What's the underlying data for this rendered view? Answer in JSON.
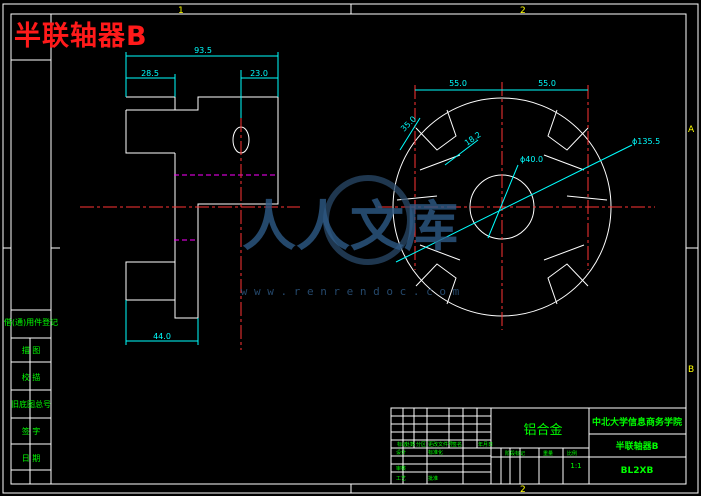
{
  "header": {
    "title": "半联轴器B",
    "title_color": "#ff1a1a"
  },
  "border": {
    "zone_top": [
      "1",
      "2"
    ],
    "zone_right": [
      "A",
      "B"
    ],
    "zone_bottom": "2"
  },
  "dimensions": {
    "overall_length": "93.5",
    "left_step": "28.5",
    "right_step": "23.0",
    "bottom_length": "44.0",
    "left_half_width": "55.0",
    "right_half_width": "55.0",
    "slot_a": "35.0",
    "slot_b": "18.2",
    "bore_diameter": "ϕ40.0",
    "outer_diameter": "ϕ135.5"
  },
  "side_table": {
    "rows": [
      "借(通)用件登记",
      "描  图",
      "校  描",
      "旧底图总号",
      "签  字",
      "日  期"
    ]
  },
  "title_block": {
    "material": "铝合金",
    "school": "中北大学信息商务学院",
    "part_name": "半联轴器B",
    "drawing_code": "BL2XB",
    "scale": "1:1",
    "headers": [
      "标记",
      "处数",
      "分区",
      "更改文件号",
      "签名",
      "年月日"
    ],
    "labels": [
      "设计",
      "标准化",
      "审核",
      "工艺",
      "批准"
    ],
    "stage_headers": [
      "阶段标记",
      "重量",
      "比例"
    ]
  },
  "watermark": {
    "text": "人人文库",
    "url": "w w w . r e n r e n d o c . c o m"
  },
  "colors": {
    "line": "#ffffff",
    "dim": "#00ffff",
    "center": "#ff3333",
    "hidden": "#ff00ff",
    "label": "#00ff00",
    "zone": "#ffff00"
  }
}
